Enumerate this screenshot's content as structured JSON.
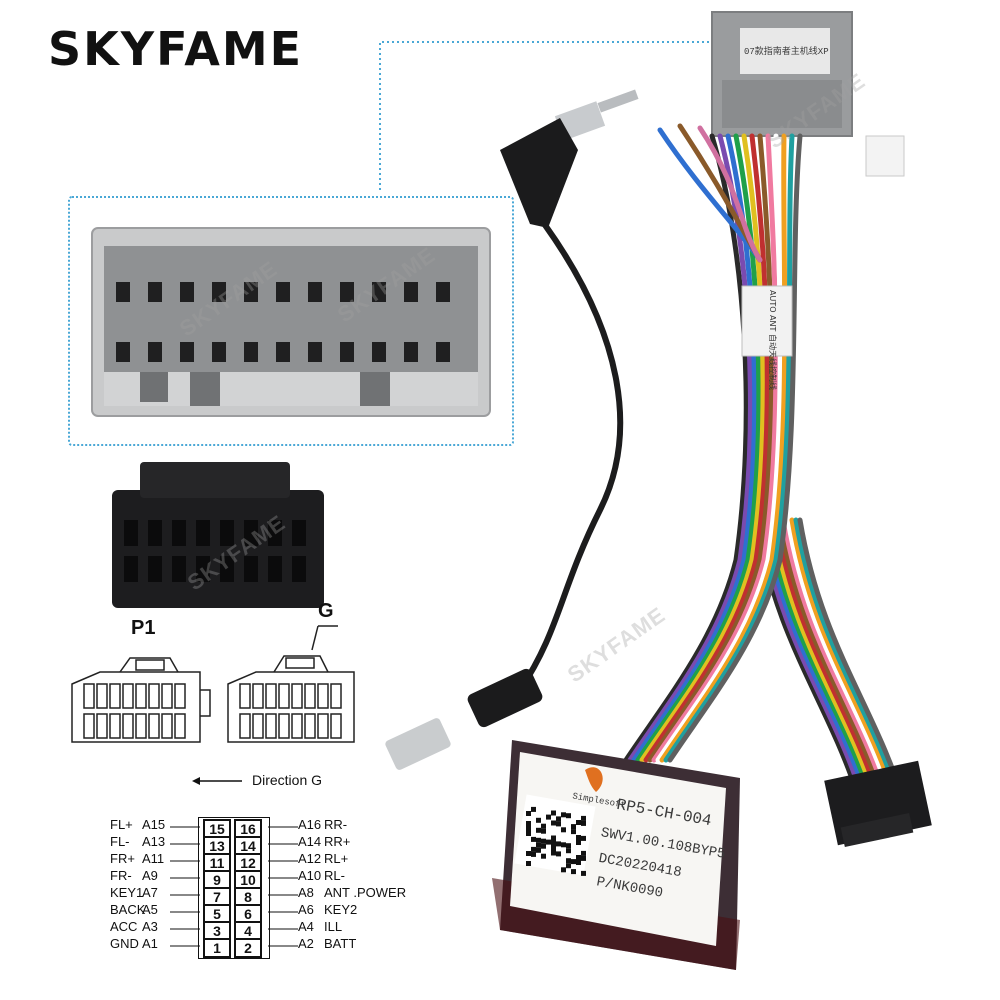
{
  "brand": "SKYFAME",
  "watermark": "SKYFAME",
  "connector_tag": "07款指南者主机线XP",
  "harness_tag": "AUTO ANT 自动天线控制线",
  "box": {
    "logo": "Simplesoft",
    "model": "RP5-CH-004",
    "sw": "SWV1.00.108BYP5",
    "dc": "DC20220418",
    "pn": "P/NK0090"
  },
  "connectors": {
    "p1": "P1",
    "g": "G",
    "direction": "Direction G"
  },
  "pinout": {
    "left": [
      {
        "name": "FL+",
        "pin": "A15",
        "num": "15"
      },
      {
        "name": "FL-",
        "pin": "A13",
        "num": "13"
      },
      {
        "name": "FR+",
        "pin": "A11",
        "num": "11"
      },
      {
        "name": "FR-",
        "pin": "A9",
        "num": "9"
      },
      {
        "name": "KEY1",
        "pin": "A7",
        "num": "7"
      },
      {
        "name": "BACK",
        "pin": "A5",
        "num": "5"
      },
      {
        "name": "ACC",
        "pin": "A3",
        "num": "3"
      },
      {
        "name": "GND",
        "pin": "A1",
        "num": "1"
      }
    ],
    "right": [
      {
        "name": "RR-",
        "pin": "A16",
        "num": "16"
      },
      {
        "name": "RR+",
        "pin": "A14",
        "num": "14"
      },
      {
        "name": "RL+",
        "pin": "A12",
        "num": "12"
      },
      {
        "name": "RL-",
        "pin": "A10",
        "num": "10"
      },
      {
        "name": "ANT .POWER",
        "pin": "A8",
        "num": "8"
      },
      {
        "name": "KEY2",
        "pin": "A6",
        "num": "6"
      },
      {
        "name": "ILL",
        "pin": "A4",
        "num": "4"
      },
      {
        "name": "BATT",
        "pin": "A2",
        "num": "2"
      }
    ]
  },
  "colors": {
    "accent_blue": "#4aa8d6",
    "connector_gray": "#9a9c9e",
    "box_dark": "#3c2f35"
  }
}
